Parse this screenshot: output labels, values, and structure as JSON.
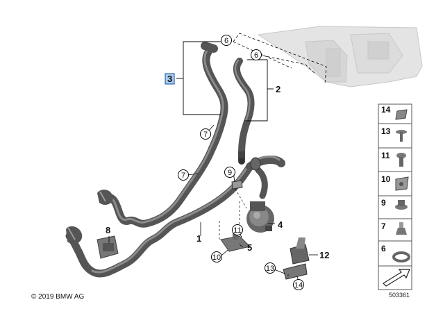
{
  "callouts": {
    "c3": "3",
    "c2": "2",
    "c6a": "6",
    "c6b": "6",
    "c7a": "7",
    "c7b": "7",
    "c1": "1",
    "c9": "9",
    "c8": "8",
    "c4": "4",
    "c11": "11",
    "c5": "5",
    "c10": "10",
    "c12": "12",
    "c13": "13",
    "c14": "14"
  },
  "side_parts": [
    "14",
    "13",
    "11",
    "10",
    "9",
    "7",
    "6"
  ],
  "footer": {
    "copyright": "© 2019 BMW AG",
    "drawing_number": "503361"
  },
  "colors": {
    "hose": "#595959",
    "hose_highlight": "#8a8a8a",
    "engine_ghost": "#d9d9d9",
    "leader": "#000000",
    "highlight_box": "#9ec7ee"
  }
}
